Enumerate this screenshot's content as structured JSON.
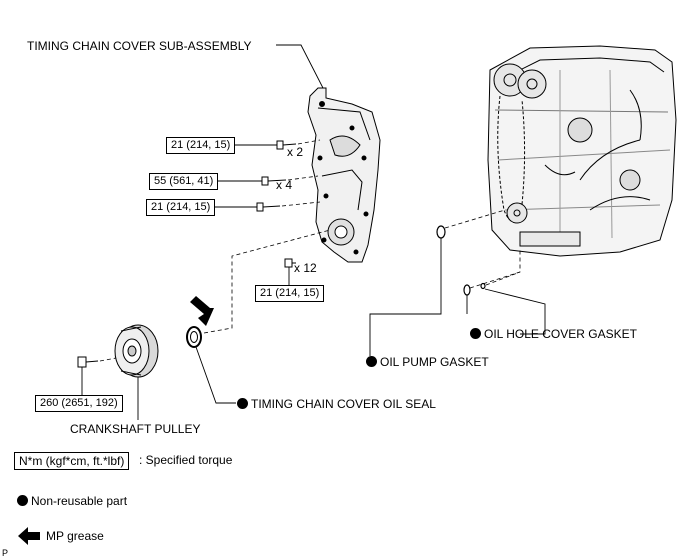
{
  "labels": {
    "timing_chain_cover": "TIMING CHAIN COVER SUB-ASSEMBLY",
    "crankshaft_pulley": "CRANKSHAFT PULLEY",
    "timing_chain_cover_oil_seal": "TIMING CHAIN COVER OIL SEAL",
    "oil_pump_gasket": "OIL PUMP GASKET",
    "oil_hole_cover_gasket": "OIL HOLE COVER GASKET"
  },
  "torques": {
    "top_bolt": "21 (214, 15)",
    "middle_bolt": "55 (561, 41)",
    "lower_bolt": "21 (214, 15)",
    "bottom_bolt": "21 (214, 15)",
    "pulley_bolt": "260 (2651, 192)"
  },
  "quantities": {
    "top_bolt": "x 2",
    "middle_bolt": "x 4",
    "bottom_bolt": "x 12"
  },
  "legend": {
    "torque_unit": "N*m (kgf*cm, ft.*lbf)",
    "torque_desc": ": Specified torque",
    "non_reusable": "Non-reusable part",
    "mp_grease": "MP grease"
  },
  "footer": "P",
  "icons": {
    "non_reusable": "filled-circle-icon",
    "grease": "arrow-left-icon"
  }
}
